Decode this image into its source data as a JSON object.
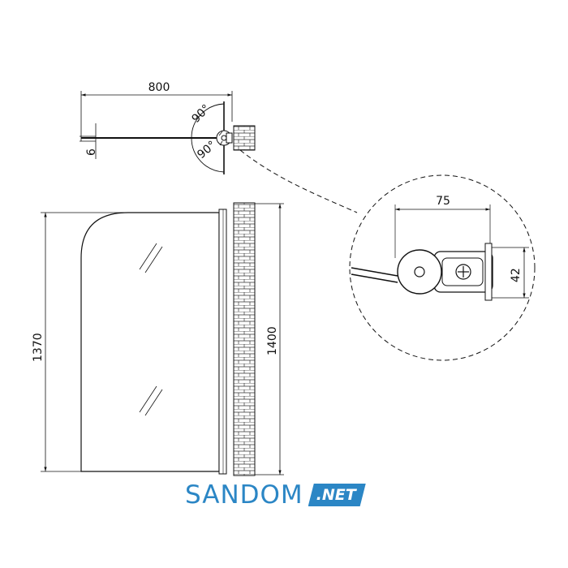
{
  "top_view": {
    "width_label": "800",
    "thickness_label": "6",
    "angle_upper_label": "90°",
    "angle_lower_label": "90°"
  },
  "front_view": {
    "glass_height_label": "1370",
    "total_height_label": "1400"
  },
  "detail_view": {
    "profile_width_label": "75",
    "profile_depth_label": "42"
  },
  "logo": {
    "text": "SANDOM",
    "badge": ".NET",
    "color": "#2b86c5"
  }
}
